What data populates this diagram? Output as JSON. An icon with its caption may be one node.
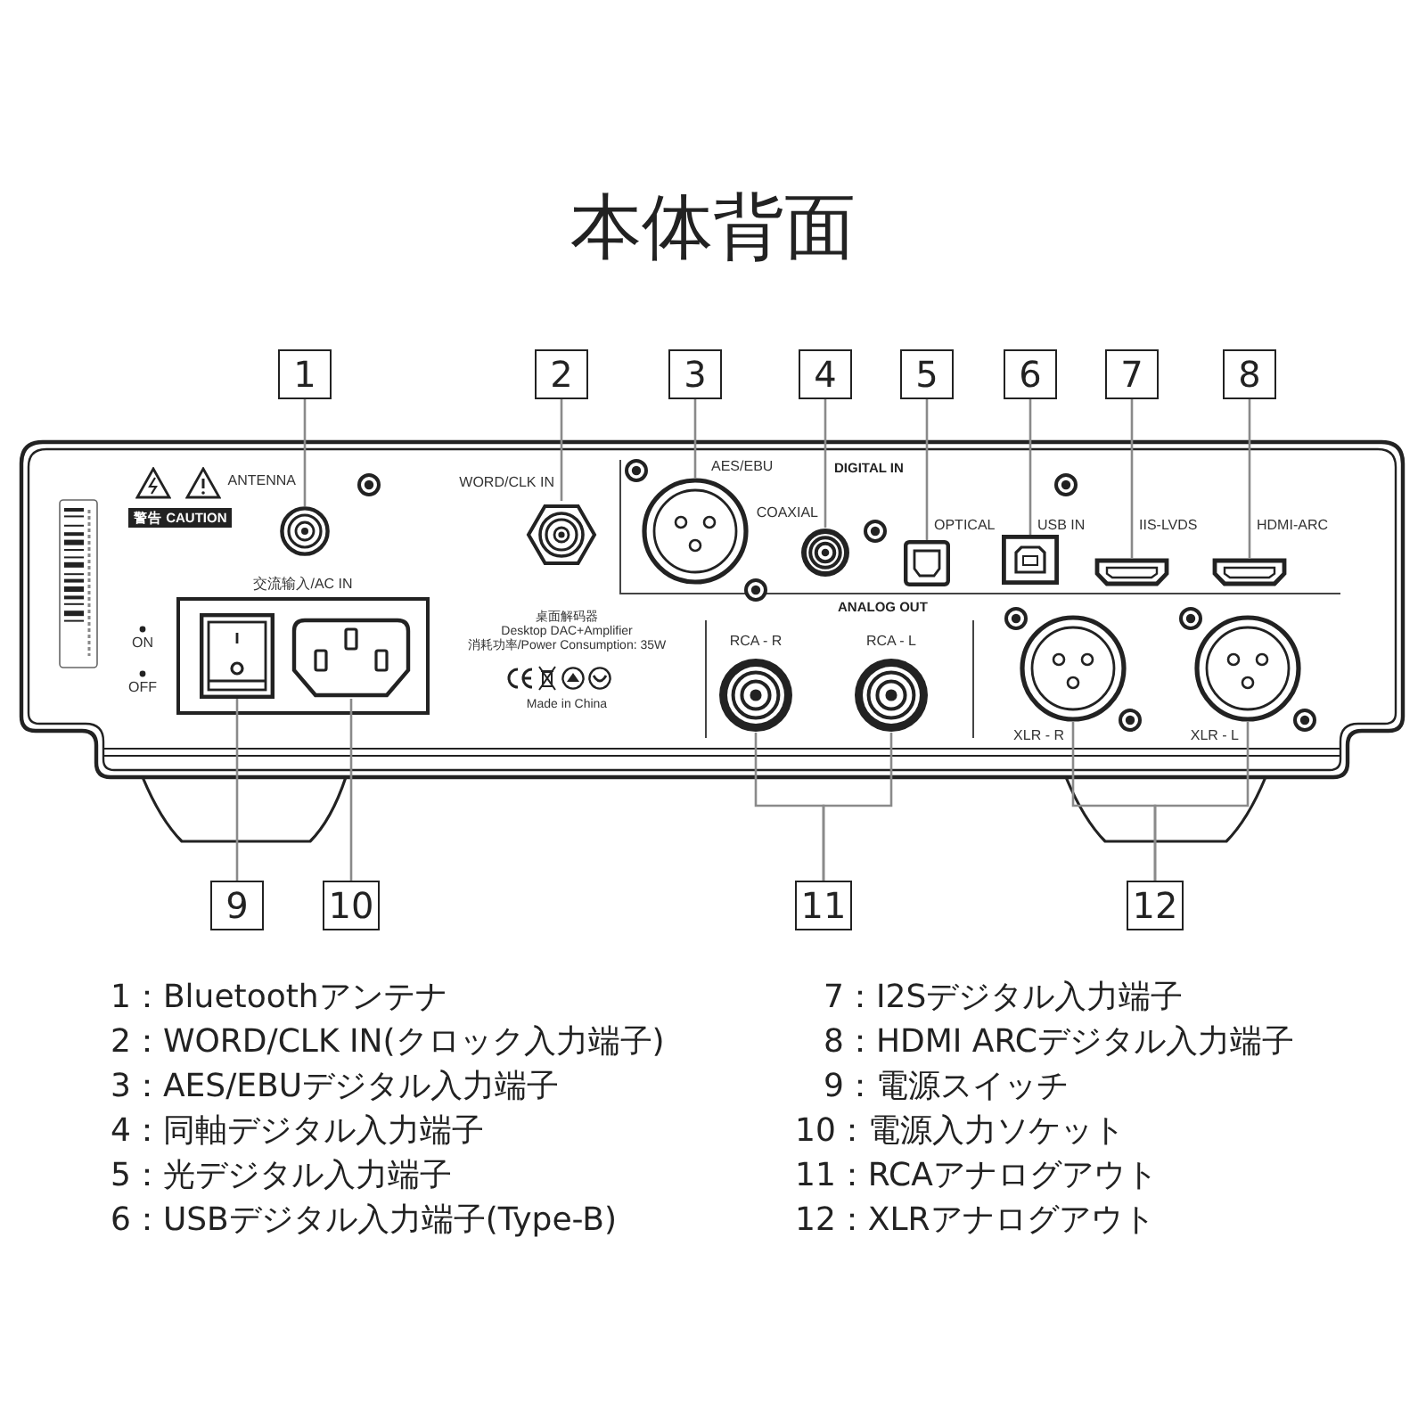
{
  "diagram": {
    "title": "本体背面",
    "nodes": [
      {
        "text": [
          "1"
        ]
      },
      {
        "text": [
          "2"
        ]
      },
      {
        "text": [
          "3"
        ]
      },
      {
        "text": [
          "4"
        ]
      },
      {
        "text": [
          "5"
        ]
      },
      {
        "text": [
          "6"
        ]
      },
      {
        "text": [
          "7"
        ]
      },
      {
        "text": [
          "8"
        ]
      },
      {
        "text": [
          "9"
        ]
      },
      {
        "text": [
          "10"
        ]
      },
      {
        "text": [
          "11"
        ]
      },
      {
        "text": [
          "12"
        ]
      },
      {
        "text": [],
        "shape": "picture",
        "beside": [
          "ANTENNA"
        ]
      },
      {
        "text": [],
        "shape": "picture",
        "beside": [
          "WORD/CLK IN"
        ]
      },
      {
        "text": [],
        "shape": "picture",
        "beside": [
          "AES/EBU"
        ]
      },
      {
        "text": [],
        "shape": "picture",
        "beside": [
          "COAXIAL"
        ]
      },
      {
        "text": [],
        "shape": "picture",
        "beside": [
          "OPTICAL"
        ]
      },
      {
        "text": [],
        "shape": "picture",
        "beside": [
          "USB IN"
        ]
      },
      {
        "text": [],
        "shape": "picture",
        "beside": [
          "IIS-LVDS"
        ]
      },
      {
        "text": [],
        "shape": "picture",
        "beside": [
          "HDMI-ARC"
        ]
      },
      {
        "text": [],
        "shape": "picture",
        "beside": [
          "ON",
          "OFF"
        ]
      },
      {
        "text": [],
        "shape": "picture",
        "beside": [
          "交流输入/AC IN"
        ]
      },
      {
        "text": [],
        "shape": "picture",
        "beside": [
          "RCA - R"
        ]
      },
      {
        "text": [],
        "shape": "picture",
        "beside": [
          "RCA - L"
        ]
      },
      {
        "text": [],
        "shape": "picture",
        "beside": [
          "XLR - R"
        ]
      },
      {
        "text": [],
        "shape": "picture",
        "beside": [
          "XLR - L"
        ]
      }
    ],
    "edges": [
      {
        "from": 0,
        "to": 12,
        "arrow": "none"
      },
      {
        "from": 1,
        "to": 13,
        "arrow": "none"
      },
      {
        "from": 2,
        "to": 14,
        "arrow": "none"
      },
      {
        "from": 3,
        "to": 15,
        "arrow": "none"
      },
      {
        "from": 4,
        "to": 16,
        "arrow": "none"
      },
      {
        "from": 5,
        "to": 17,
        "arrow": "none"
      },
      {
        "from": 6,
        "to": 18,
        "arrow": "none"
      },
      {
        "from": 7,
        "to": 19,
        "arrow": "none"
      },
      {
        "from": 8,
        "to": 20,
        "arrow": "none"
      },
      {
        "from": 9,
        "to": 21,
        "arrow": "none"
      },
      {
        "from": 10,
        "to": 22,
        "arrow": "none"
      },
      {
        "from": 10,
        "to": 23,
        "arrow": "none"
      },
      {
        "from": 11,
        "to": 24,
        "arrow": "none"
      },
      {
        "from": 11,
        "to": 25,
        "arrow": "none"
      }
    ],
    "labels": [
      "警告 CAUTION",
      "DIGITAL IN",
      "ANALOG OUT",
      "桌面解码器",
      "Desktop DAC+Amplifier",
      "消耗功率/Power Consumption: 35W",
      "Made in China",
      "1：Bluetoothアンテナ",
      "2：WORD/CLK IN(クロック入力端子)",
      "3：AES/EBUデジタル入力端子",
      "4：同軸デジタル入力端子",
      "5：光デジタル入力端子",
      "6：USBデジタル入力端子(Type-B)",
      "7：I2Sデジタル入力端子",
      "8：HDMI ARCデジタル入力端子",
      "9：電源スイッチ",
      "10：電源入力ソケット",
      "11：RCAアナログアウト",
      "12：XLRアナログアウト"
    ]
  }
}
